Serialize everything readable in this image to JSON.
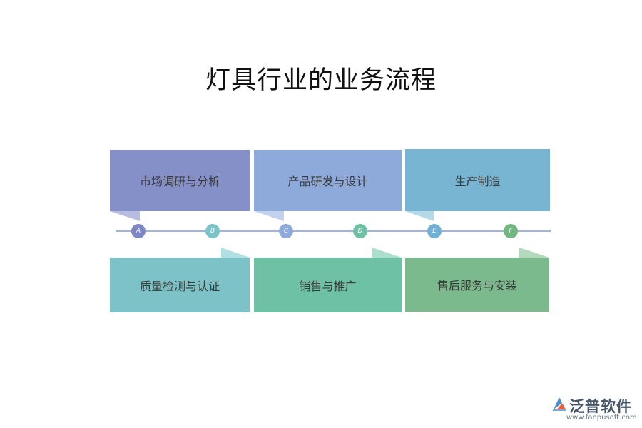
{
  "title": "灯具行业的业务流程",
  "top_steps": [
    {
      "label": "市场调研与分析",
      "color": "#8590c8",
      "fold_color": "#b7bde0"
    },
    {
      "label": "产品研发与设计",
      "color": "#8eaadb",
      "fold_color": "#c1d1ee"
    },
    {
      "label": "生产制造",
      "color": "#78b5d2",
      "fold_color": "#b4d9e9"
    }
  ],
  "bottom_steps": [
    {
      "label": "质量检测与认证",
      "color": "#7cc2c7",
      "fold_color": "#b2dfe2"
    },
    {
      "label": "销售与推广",
      "color": "#6ec1a5",
      "fold_color": "#addfcd"
    },
    {
      "label": "售后服务与安装",
      "color": "#7bba8c",
      "fold_color": "#b4d9bd"
    }
  ],
  "timeline_nodes": [
    {
      "letter": "A",
      "color": "#7f86c4"
    },
    {
      "letter": "B",
      "color": "#7cc2c7"
    },
    {
      "letter": "C",
      "color": "#8eaadb"
    },
    {
      "letter": "D",
      "color": "#6ec1a5"
    },
    {
      "letter": "E",
      "color": "#6fb0d4"
    },
    {
      "letter": "F",
      "color": "#72b77f"
    }
  ],
  "logo": {
    "brand": "泛普软件",
    "url": "www.fanpusoft.com",
    "icon": "fanpu-logo-icon"
  }
}
